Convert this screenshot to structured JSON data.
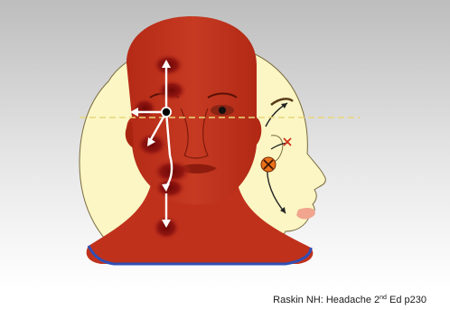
{
  "caption": {
    "prefix": "Raskin NH: Headache 2",
    "superscript": "nd",
    "suffix": " Ed p230"
  },
  "colors": {
    "face": "#c0311c",
    "face_shadow": "#a3220f",
    "trigger_point": "#7a0a08",
    "profile_fill": "#fbf6c4",
    "neck_outline": "#2f4fb5",
    "midline": "#e8d77a",
    "marker": "#e8711a"
  },
  "icons": {
    "center_point": "black-dot-icon",
    "target_marker": "circle-x-icon"
  }
}
